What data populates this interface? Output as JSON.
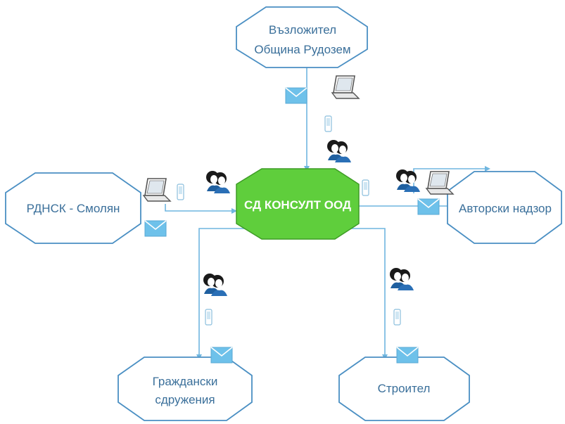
{
  "center": {
    "label": "СД КОНСУЛТ ООД",
    "fill": "#5fce3c",
    "stroke": "#3e9c26"
  },
  "nodes": {
    "top": {
      "line1": "Възложител",
      "line2": "Община Рудозем"
    },
    "left": {
      "label": "РДНСК - Смолян"
    },
    "right": {
      "label": "Авторски надзор"
    },
    "bottom_left": {
      "line1": "Граждански",
      "line2": "сдружения"
    },
    "bottom_right": {
      "label": "Строител"
    }
  },
  "colors": {
    "node_stroke": "#4a8fc3",
    "connector": "#6fb6df",
    "envelope": "#6ec1ea",
    "text": "#3a6f9a"
  },
  "icons": [
    "envelope-icon",
    "laptop-icon",
    "people-icon",
    "phone-icon"
  ]
}
